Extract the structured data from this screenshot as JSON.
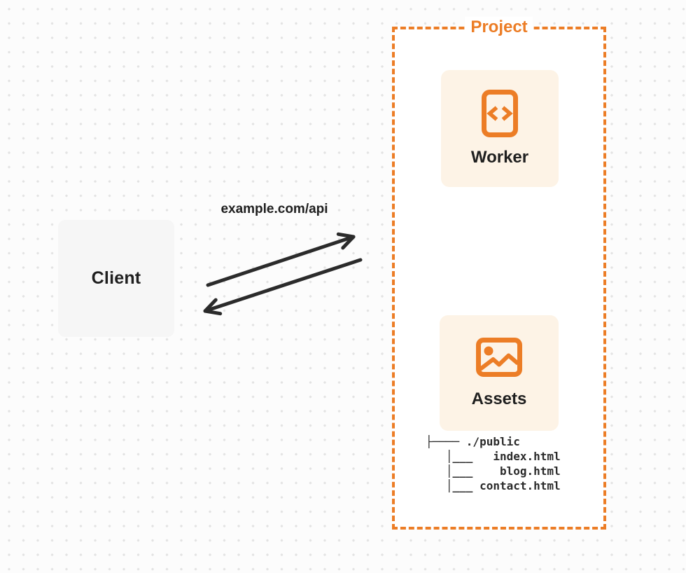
{
  "theme": {
    "accent": "#EC7D26",
    "card_bg": "#FDF3E6",
    "client_bg": "#F6F6F6",
    "text_dark": "#1F1F1F",
    "arrow": "#2B2B2B",
    "page_bg": "#FCFCFC",
    "dot": "#E3E3E3",
    "project_bg": "#FFFFFF"
  },
  "client": {
    "label": "Client"
  },
  "request": {
    "label": "example.com/api"
  },
  "arrows": {
    "request_direction": "client-to-project",
    "response_direction": "project-to-client"
  },
  "project": {
    "label": "Project",
    "worker": {
      "label": "Worker",
      "icon": "code-file-icon"
    },
    "assets": {
      "label": "Assets",
      "icon": "image-icon"
    },
    "tree": {
      "lines": [
        "├──── ./public",
        "   │___   index.html",
        "   │___    blog.html",
        "   │___ contact.html"
      ]
    }
  }
}
